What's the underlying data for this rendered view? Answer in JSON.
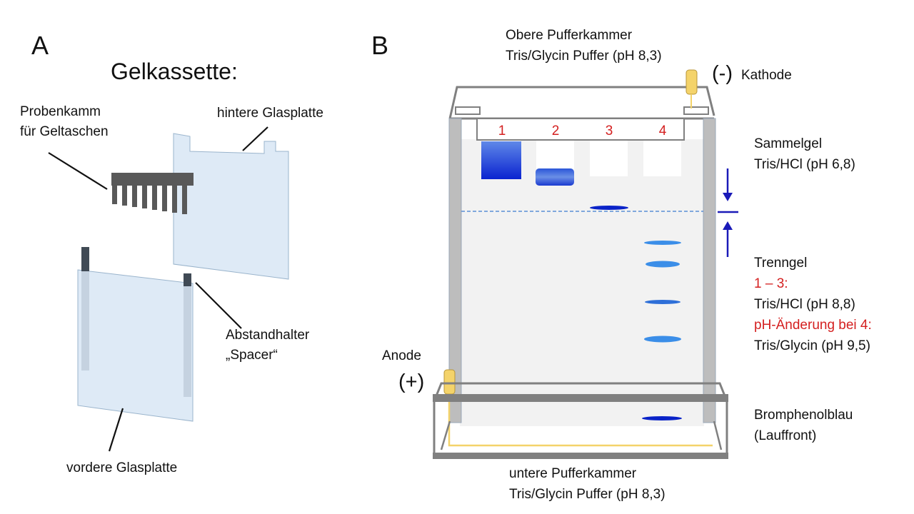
{
  "panel_a": {
    "letter": "A",
    "title": "Gelkassette:",
    "comb_label_1": "Probenkamm",
    "comb_label_2": "für Geltaschen",
    "back_plate": "hintere Glasplatte",
    "spacer_label_1": "Abstandhalter",
    "spacer_label_2": "„Spacer“",
    "front_plate": "vordere Glasplatte"
  },
  "panel_b": {
    "letter": "B",
    "upper_chamber_1": "Obere Pufferkammer",
    "upper_chamber_2": "Tris/Glycin Puffer (pH 8,3)",
    "cathode_sign": "(-)",
    "cathode": "Kathode",
    "stacking_gel_1": "Sammelgel",
    "stacking_gel_2": "Tris/HCl (pH 6,8)",
    "separating_gel": "Trenngel",
    "lanes_1_3": "1 – 3:",
    "buffer_1_3": "Tris/HCl (pH 8,8)",
    "ph_change": "pH-Änderung bei 4:",
    "buffer_4": "Tris/Glycin (pH 9,5)",
    "anode": "Anode",
    "anode_sign": "(+)",
    "dye_1": "Bromphenolblau",
    "dye_2": "(Lauffront)",
    "lower_chamber_1": "untere Pufferkammer",
    "lower_chamber_2": "Tris/Glycin Puffer (pH 8,3)",
    "lanes": [
      "1",
      "2",
      "3",
      "4"
    ]
  },
  "colors": {
    "plate": "#deeaf6",
    "band_blue": "#0a23c8",
    "band_light": "#3b8ee8",
    "electrode": "#f4d36a",
    "frame": "#7f7f7f",
    "label_red": "#d42020"
  }
}
